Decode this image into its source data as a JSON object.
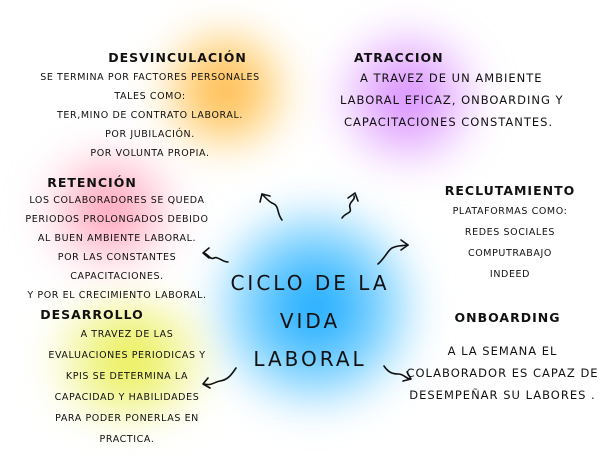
{
  "center": {
    "lines": [
      "CICLO DE LA",
      "VIDA",
      "LABORAL"
    ]
  },
  "desvinculacion": {
    "title": "DESVINCULACIÓN",
    "lines": [
      "SE TERMINA POR FACTORES PERSONALES",
      "TALES COMO:",
      "TER,MINO DE CONTRATO LABORAL.",
      "POR JUBILACIÓN.",
      "POR VOLUNTA PROPIA."
    ]
  },
  "atraccion": {
    "title": "ATRACCION",
    "lines": [
      "A TRAVEZ DE UN AMBIENTE",
      "LABORAL EFICAZ, ONBOARDING Y",
      "CAPACITACIONES CONSTANTES."
    ]
  },
  "retencion": {
    "title": "RETENCIÓN",
    "lines": [
      "LOS COLABORADORES SE QUEDA",
      "PERIODOS PROLONGADOS DEBIDO",
      "AL BUEN AMBIENTE LABORAL.",
      "POR LAS CONSTANTES",
      "CAPACITACIONES.",
      "Y POR EL CRECIMIENTO LABORAL."
    ]
  },
  "reclutamiento": {
    "title": "RECLUTAMIENTO",
    "lines": [
      "PLATAFORMAS COMO:",
      "REDES SOCIALES",
      "COMPUTRABAJO",
      "INDEED"
    ]
  },
  "desarrollo": {
    "title": "DESARROLLO",
    "lines": [
      "A TRAVEZ DE LAS",
      "EVALUACIONES PERIODICAS Y",
      "KPIS SE DETERMINA LA",
      "CAPACIDAD Y HABILIDADES",
      "PARA PODER PONERLAS EN",
      "PRACTICA."
    ]
  },
  "onboarding": {
    "title": "ONBOARDING",
    "lines": [
      "A LA SEMANA EL",
      "COLABORADOR ES CAPAZ DE",
      "DESEMPEÑAR SU LABORES ."
    ]
  },
  "colors": {
    "orange": "#ffaa28",
    "purple": "#cd6eff",
    "pink": "#ff6e96",
    "blue": "#00a0ff",
    "yellow": "#e6eb28"
  }
}
